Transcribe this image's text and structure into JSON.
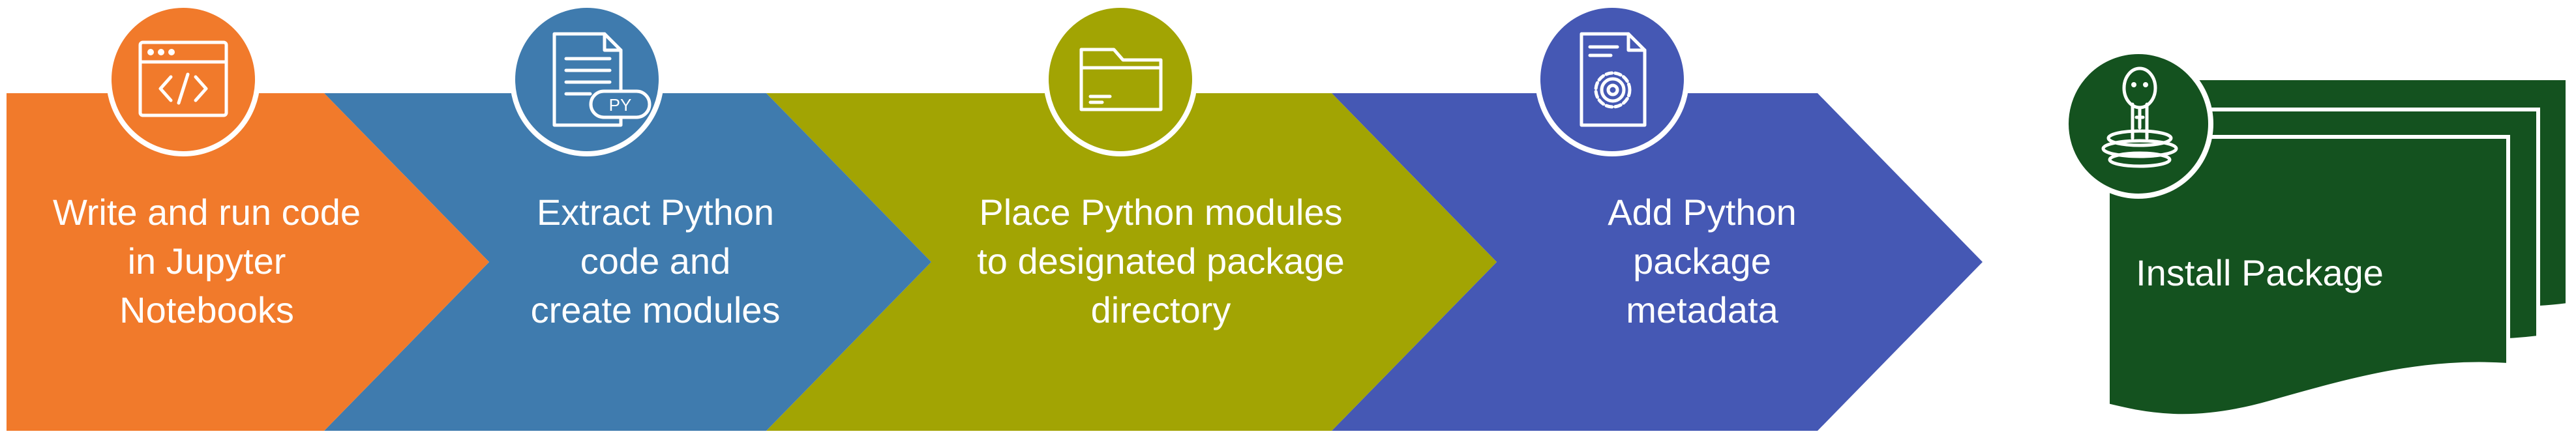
{
  "steps": [
    {
      "id": "write",
      "lines": [
        "Write and run code",
        "in Jupyter",
        "Notebooks"
      ],
      "color": "#F17A2B",
      "icon": "code-window-icon"
    },
    {
      "id": "extract",
      "lines": [
        "Extract Python",
        "code and",
        "create modules"
      ],
      "color": "#3F7BAE",
      "icon": "python-file-icon",
      "icon_text": "PY"
    },
    {
      "id": "place",
      "lines": [
        "Place Python modules",
        "to designated package",
        "directory"
      ],
      "color": "#A2A403",
      "icon": "folder-icon"
    },
    {
      "id": "metadata",
      "lines": [
        "Add Python",
        "package",
        "metadata"
      ],
      "color": "#4558B4",
      "icon": "document-gear-icon"
    }
  ],
  "final": {
    "label": "Install Package",
    "color": "#14521F",
    "icon": "snake-basket-icon"
  }
}
